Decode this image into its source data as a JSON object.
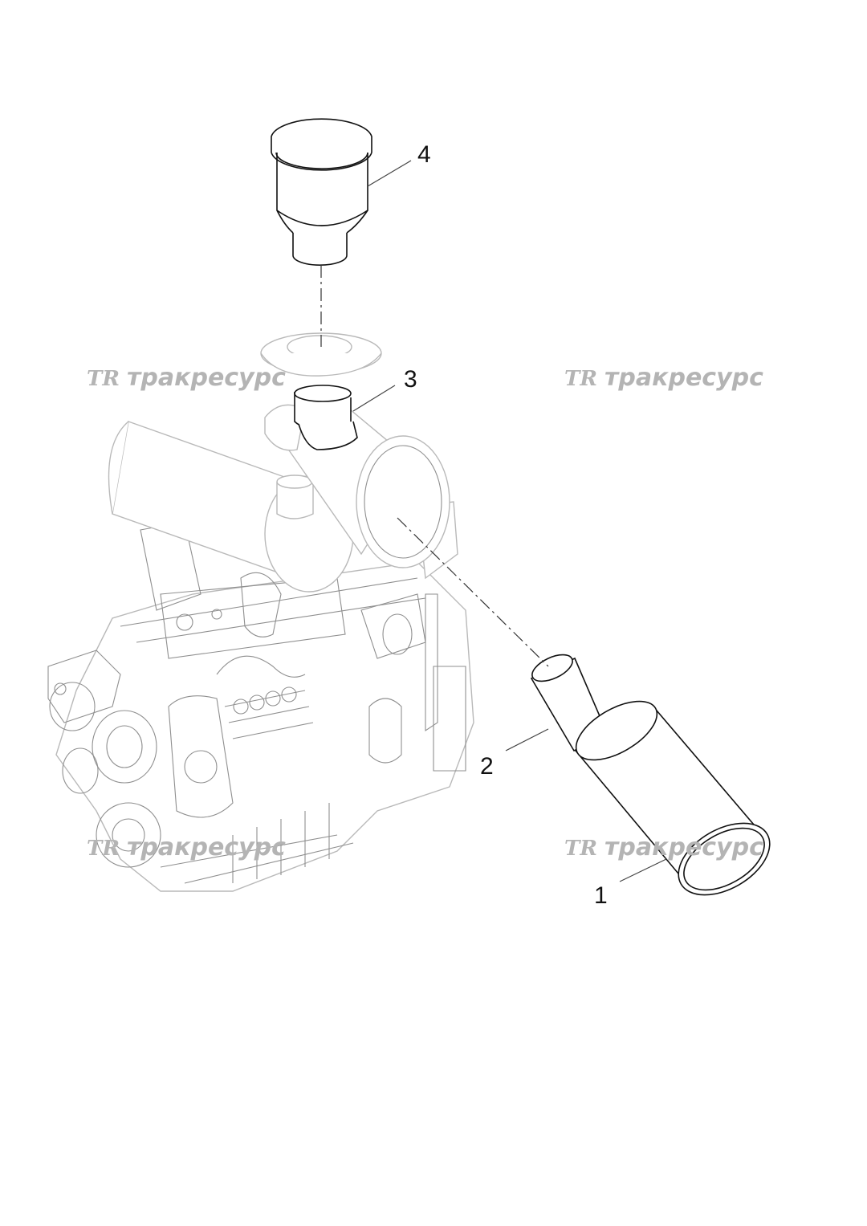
{
  "callouts": [
    {
      "id": "1",
      "label": "1"
    },
    {
      "id": "2",
      "label": "2"
    },
    {
      "id": "3",
      "label": "3"
    },
    {
      "id": "4",
      "label": "4"
    }
  ],
  "watermark": {
    "logo": "TR",
    "brand": "тракресурс"
  },
  "colors": {
    "line": "#111111",
    "ghost": "#b9b9b9",
    "watermark": "#b4b4b4"
  }
}
